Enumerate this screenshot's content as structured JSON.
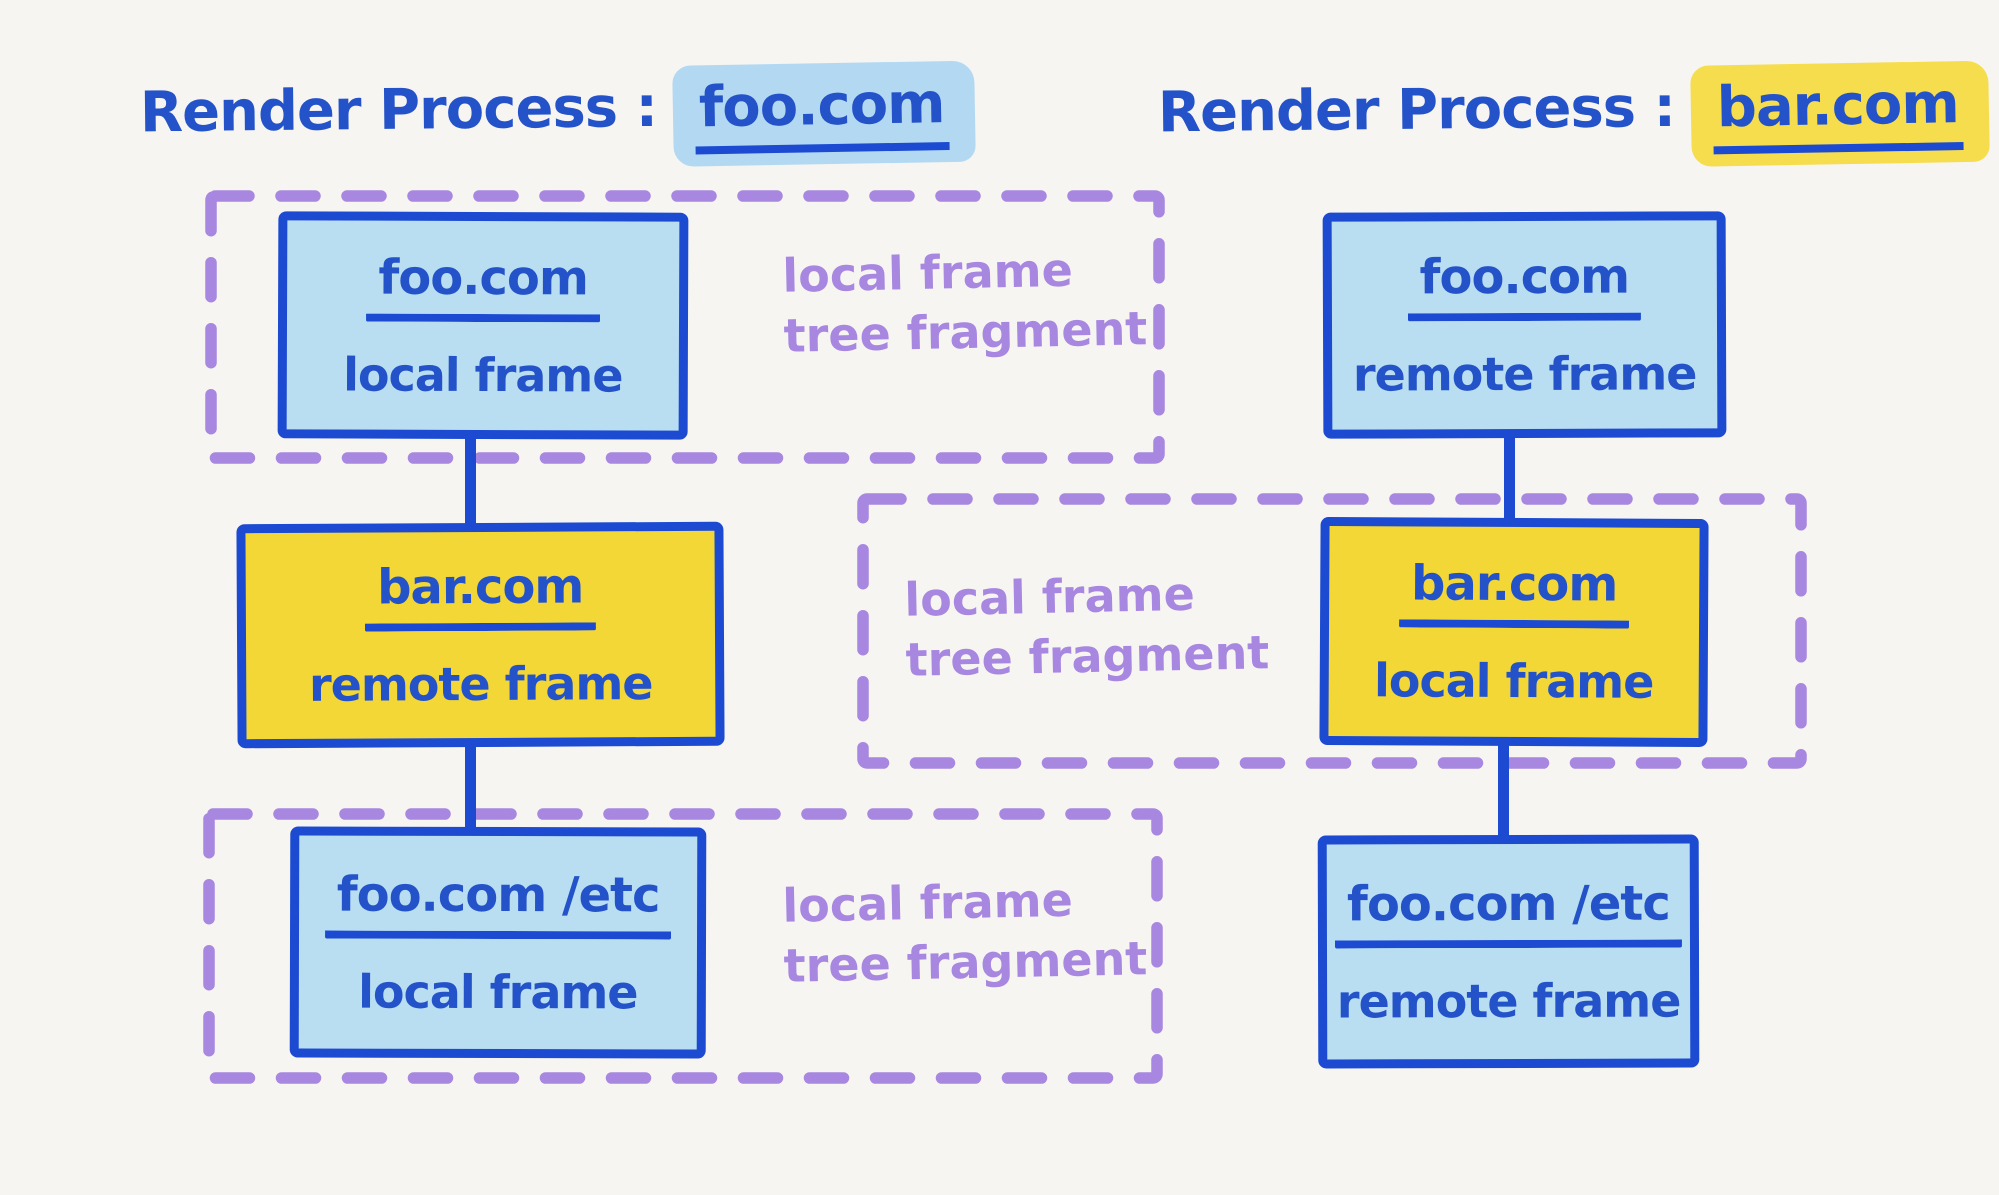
{
  "titles": {
    "left": {
      "prefix": "Render Process :",
      "domain": "foo.com"
    },
    "right": {
      "prefix": "Render Process :",
      "domain": "bar.com"
    }
  },
  "nodes": {
    "left": [
      {
        "domain": "foo.com",
        "kind": "local frame"
      },
      {
        "domain": "bar.com",
        "kind": "remote frame"
      },
      {
        "domain": "foo.com /etc",
        "kind": "local frame"
      }
    ],
    "right": [
      {
        "domain": "foo.com",
        "kind": "remote frame"
      },
      {
        "domain": "bar.com",
        "kind": "local frame"
      },
      {
        "domain": "foo.com /etc",
        "kind": "remote frame"
      }
    ]
  },
  "fragment_labels": [
    {
      "line1": "local frame",
      "line2": "tree fragment"
    },
    {
      "line1": "local frame",
      "line2": "tree fragment"
    },
    {
      "line1": "local frame",
      "line2": "tree fragment"
    }
  ],
  "colors": {
    "background": "#f6f5f2",
    "ink_blue_border": "#1c4bd2",
    "ink_blue_text": "#2453c9",
    "light_blue_fill": "#b9def1",
    "blue_highlight": "#b3d9f2",
    "yellow_fill": "#f2d737",
    "yellow_highlight": "#f6dd4e",
    "purple_dashed": "#a787e0"
  }
}
